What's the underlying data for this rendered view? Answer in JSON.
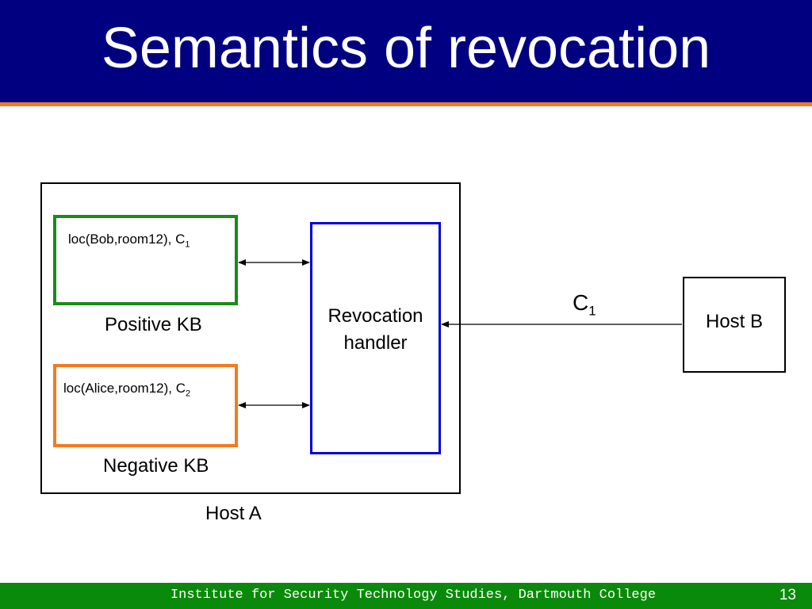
{
  "slide": {
    "title": "Semantics of revocation"
  },
  "diagram": {
    "host_a": {
      "label": "Host A"
    },
    "positive_kb": {
      "label": "Positive KB",
      "fact_text": "loc(Bob,room12), C",
      "fact_subscript": "1",
      "border_color": "#1a8a1a"
    },
    "negative_kb": {
      "label": "Negative KB",
      "fact_text": "loc(Alice,room12), C",
      "fact_subscript": "2",
      "border_color": "#f47a20"
    },
    "revocation_handler": {
      "line1": "Revocation",
      "line2": "handler",
      "border_color": "#0000dd"
    },
    "host_b": {
      "label": "Host B"
    },
    "link_label": {
      "text": "C",
      "subscript": "1"
    }
  },
  "footer": {
    "text": "Institute for Security Technology Studies, Dartmouth College",
    "page_number": "13"
  },
  "colors": {
    "title_background": "#000080",
    "title_rule": "#f47a20",
    "footer_background": "#0a8a0a"
  }
}
